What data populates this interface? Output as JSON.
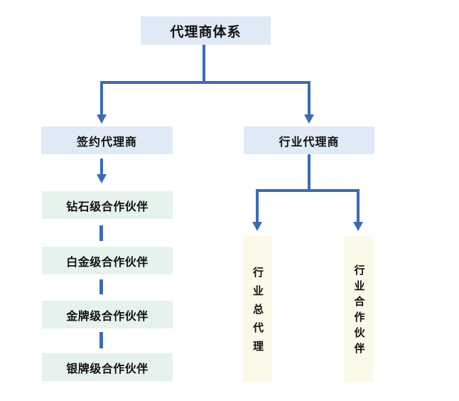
{
  "diagram": {
    "root": {
      "label": "代理商体系"
    },
    "branches": [
      {
        "label": "签约代理商",
        "children": [
          "钻石级合作伙伴",
          "白金级合作伙伴",
          "金牌级合作伙伴",
          "银牌级合作伙伴"
        ]
      },
      {
        "label": "行业代理商",
        "children": [
          "行业总代理",
          "行业合作伙伴"
        ]
      }
    ],
    "colors": {
      "node_blue_bg": "#dfeaf6",
      "node_green_bg": "#e6f3ec",
      "node_cream_bg": "#fbf9e7",
      "connector": "#3c6ab8",
      "text": "#111111"
    }
  }
}
